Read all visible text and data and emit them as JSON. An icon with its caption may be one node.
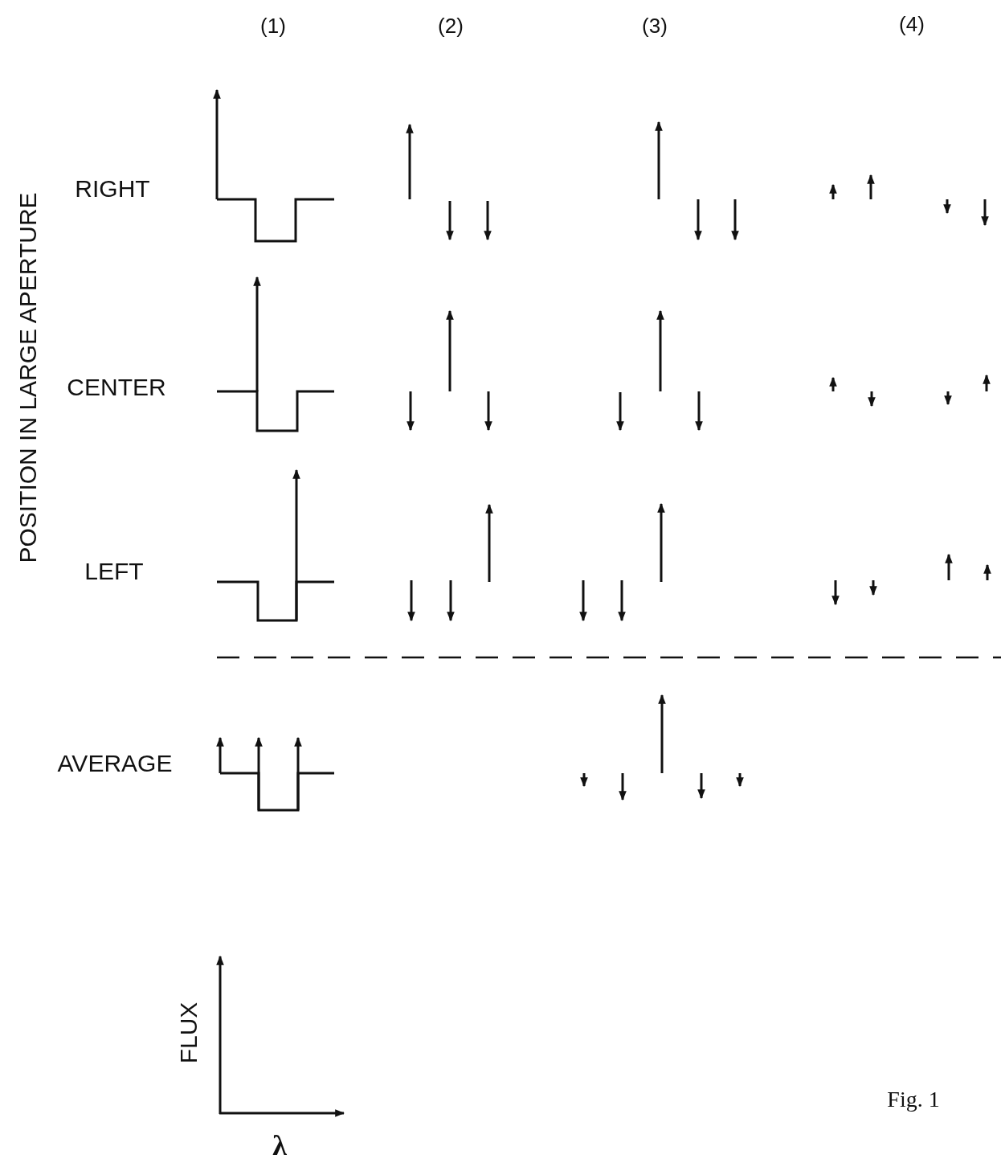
{
  "diagram": {
    "caption": "Fig. 1",
    "labels": [
      "(1)",
      "(2)",
      "(3)",
      "(4)",
      "POSITION IN LARGE APERTURE",
      "RIGHT",
      "CENTER",
      "LEFT",
      "AVERAGE",
      "FLUX",
      "λ"
    ]
  }
}
